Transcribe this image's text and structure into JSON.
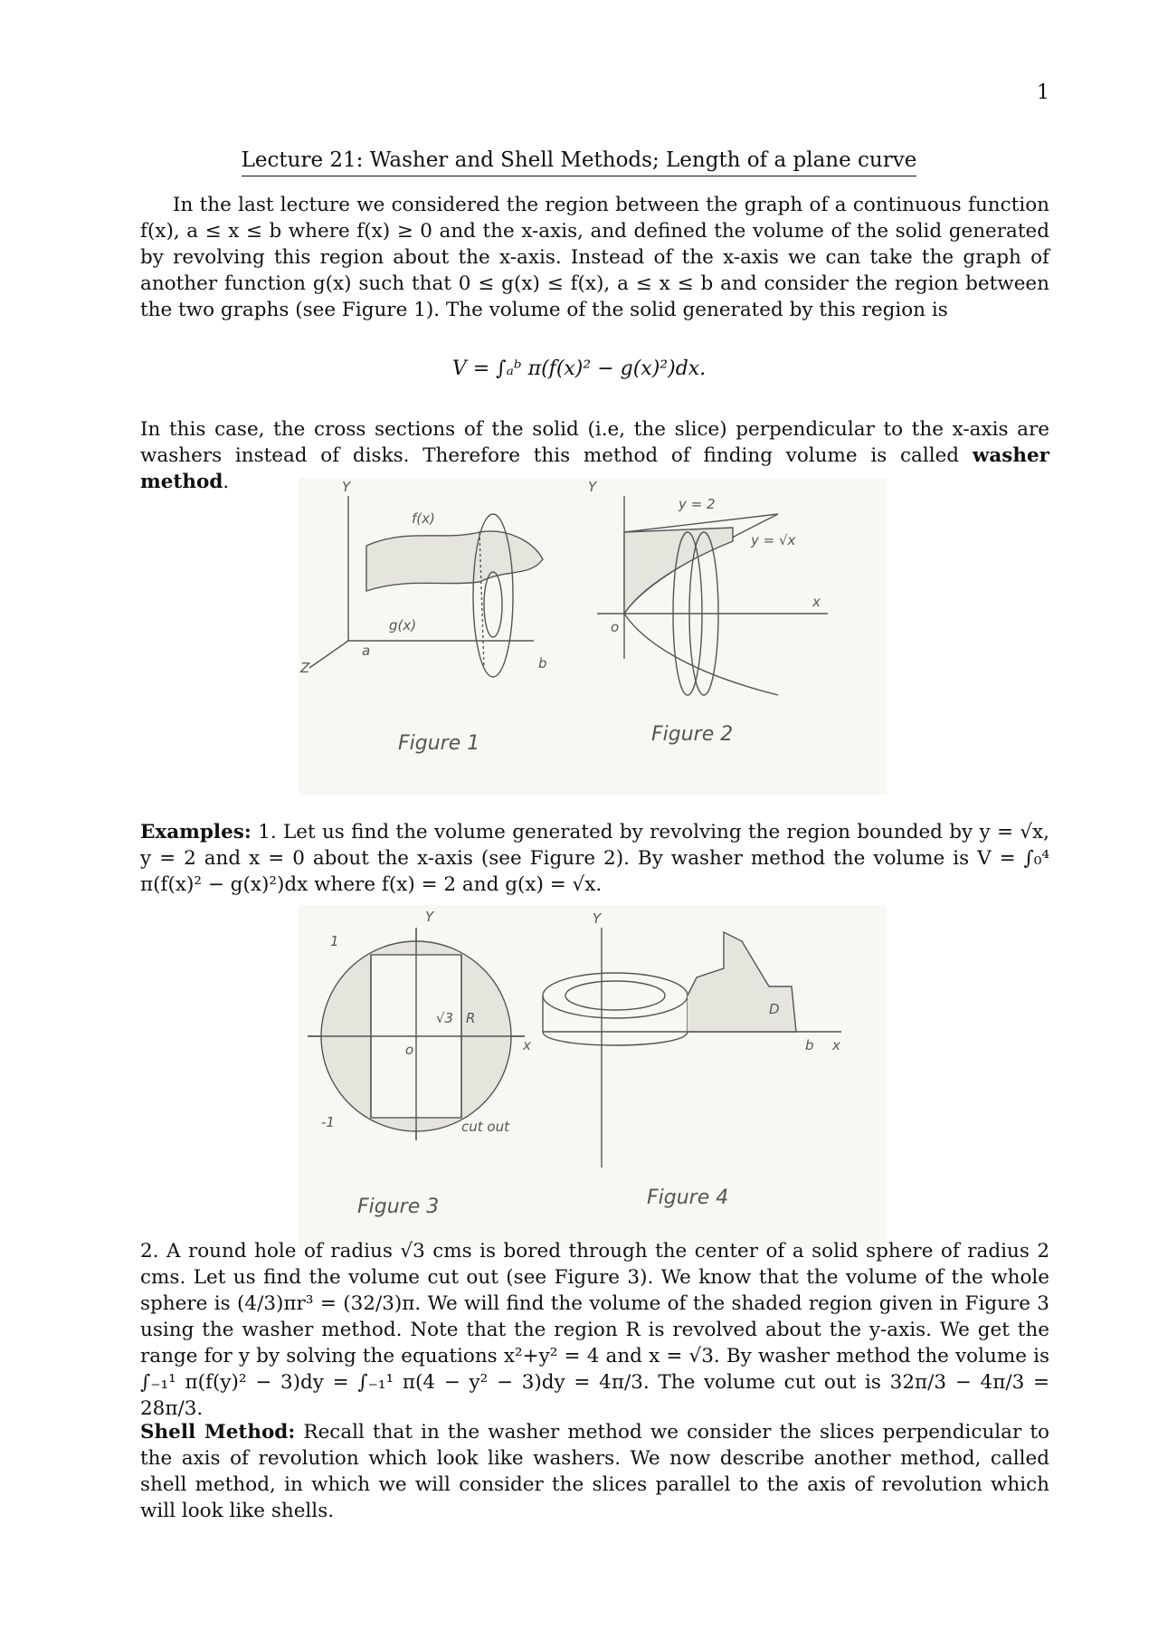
{
  "page_number": "1",
  "title": "Lecture 21: Washer and Shell Methods; Length of a plane curve",
  "intro": "In the last lecture we considered the region between the graph of a continuous function f(x), a ≤ x ≤ b where f(x) ≥ 0 and the x-axis, and defined the volume of the solid generated by revolving this region about the x-axis. Instead of the x-axis we can take the graph of another function g(x) such that 0 ≤ g(x) ≤ f(x), a ≤ x ≤ b and consider the region between the two graphs (see Figure 1). The volume of the solid generated by this region is",
  "equation": "V = ∫ₐᵇ π(f(x)² − g(x)²)dx.",
  "cross_section_text": "In this case, the cross sections of the solid (i.e, the slice) perpendicular to the x-axis are washers instead of disks. Therefore this method of finding volume is called",
  "washer_method": "washer method",
  "figures_top": {
    "fig1_caption": "Figure 1",
    "fig2_caption": "Figure 2",
    "labels": {
      "y": "Y",
      "z": "Z",
      "a": "a",
      "b": "b",
      "f": "f(x)",
      "g": "g(x)",
      "x": "x",
      "o": "o",
      "y2": "y = 2",
      "ysqrt": "y = √x"
    }
  },
  "examples_label": "Examples:",
  "example1": "1. Let us find the volume generated by revolving the region bounded by y = √x, y = 2 and x = 0 about the x-axis (see Figure 2). By washer method the volume is V = ∫₀⁴ π(f(x)² − g(x)²)dx where f(x) = 2 and g(x) = √x.",
  "figures_bottom": {
    "fig3_caption": "Figure 3",
    "fig4_caption": "Figure 4",
    "labels": {
      "one": "1",
      "minus_one": "-1",
      "root3": "√3",
      "R": "R",
      "cut_out": "cut out",
      "D": "D",
      "b": "b",
      "x": "x",
      "y": "Y",
      "o": "o"
    }
  },
  "example2": "2. A round hole of radius √3 cms is bored through the center of a solid sphere of radius 2 cms. Let us find the volume cut out (see Figure 3). We know that the volume of the whole sphere is (4/3)πr³ = (32/3)π. We will find the volume of the shaded region given in Figure 3 using the washer method. Note that the region R is revolved about the y-axis. We get the range for y by solving the equations x²+y² = 4 and x = √3. By washer method the volume is ∫₋₁¹ π(f(y)² − 3)dy = ∫₋₁¹ π(4 − y² − 3)dy = 4π/3. The volume cut out is 32π/3 − 4π/3 = 28π/3.",
  "shell_label": "Shell Method:",
  "shell_text": "Recall that in the washer method we consider the slices perpendicular to the axis of revolution which look like washers. We now describe another method, called shell method, in which we will consider the slices parallel to the axis of revolution which will look like shells."
}
